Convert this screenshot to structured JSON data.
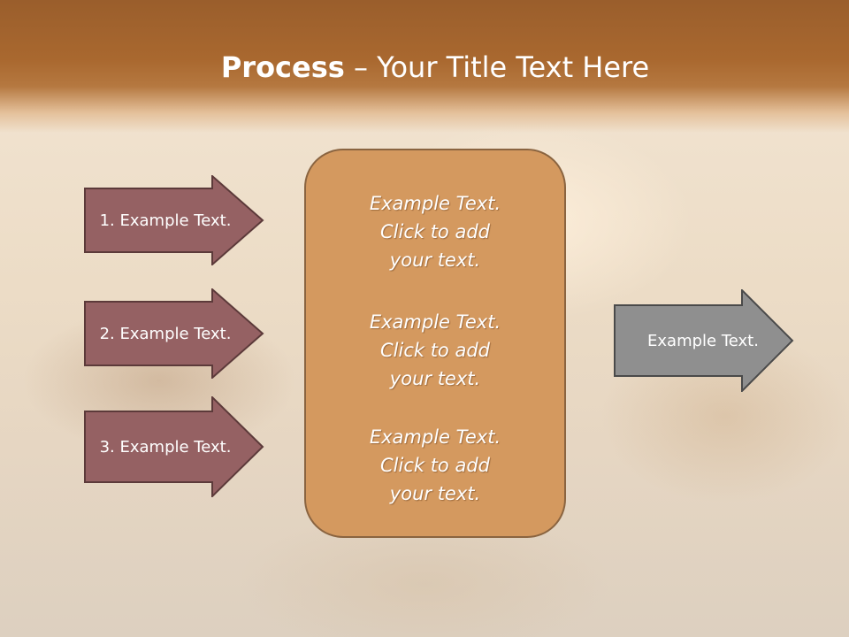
{
  "title": {
    "bold": "Process",
    "rest": " – Your Title Text Here"
  },
  "left_arrows": [
    {
      "label": "1. Example Text."
    },
    {
      "label": "2. Example Text."
    },
    {
      "label": "3. Example Text."
    }
  ],
  "center_box": {
    "blocks": [
      {
        "line1": "Example Text.",
        "line2": "Click  to add",
        "line3": "your text."
      },
      {
        "line1": "Example Text.",
        "line2": "Click  to add",
        "line3": "your text."
      },
      {
        "line1": "Example Text.",
        "line2": "Click  to add",
        "line3": "your text."
      }
    ]
  },
  "right_arrow": {
    "label": "Example Text."
  },
  "colors": {
    "header": "#a9682f",
    "left_arrow_fill": "#956163",
    "left_arrow_border": "#5c3a3a",
    "center_fill": "#d4995f",
    "center_border": "#8a6440",
    "right_arrow_fill": "#8f8f8f",
    "right_arrow_border": "#4a4a4a"
  }
}
